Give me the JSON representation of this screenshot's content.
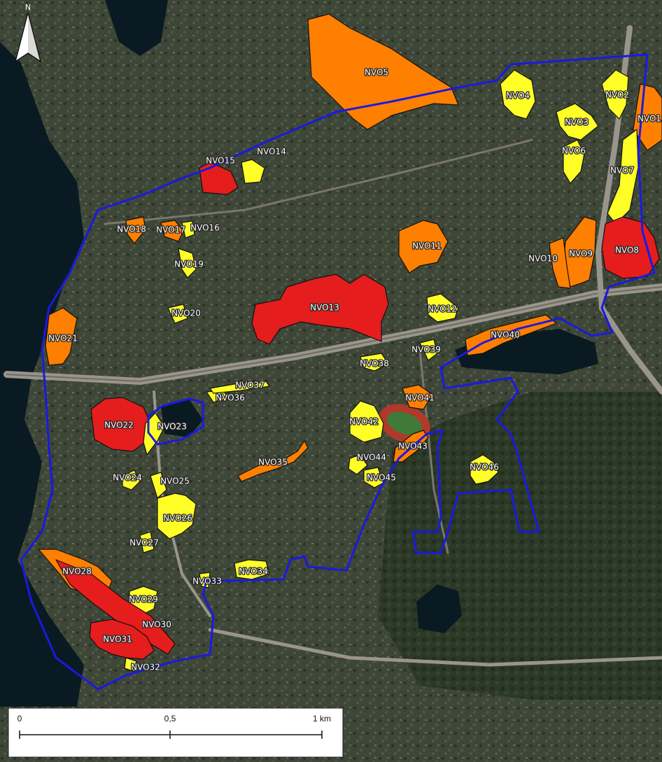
{
  "colors": {
    "high": "#e51d1d",
    "medium": "#ff7f00",
    "low": "#ffff27",
    "boundary": "#1a1adf",
    "water": "#0a1a22",
    "land": "#3d4636"
  },
  "north_arrow": {
    "letter": "N"
  },
  "scale_bar": {
    "labels": [
      "0",
      "0,5",
      "1 km"
    ]
  },
  "areas": [
    {
      "id": "NVO1",
      "cls": "medium"
    },
    {
      "id": "NVO2",
      "cls": "low"
    },
    {
      "id": "NVO3",
      "cls": "low"
    },
    {
      "id": "NVO4",
      "cls": "low"
    },
    {
      "id": "NVO5",
      "cls": "medium"
    },
    {
      "id": "NVO6",
      "cls": "low"
    },
    {
      "id": "NVO7",
      "cls": "low"
    },
    {
      "id": "NVO8",
      "cls": "high"
    },
    {
      "id": "NVO9",
      "cls": "medium"
    },
    {
      "id": "NVO10",
      "cls": "medium"
    },
    {
      "id": "NVO11",
      "cls": "medium"
    },
    {
      "id": "NVO12",
      "cls": "low"
    },
    {
      "id": "NVO13",
      "cls": "high"
    },
    {
      "id": "NVO14",
      "cls": "low"
    },
    {
      "id": "NVO15",
      "cls": "high"
    },
    {
      "id": "NVO16",
      "cls": "low"
    },
    {
      "id": "NVO17",
      "cls": "medium"
    },
    {
      "id": "NVO18",
      "cls": "medium"
    },
    {
      "id": "NVO19",
      "cls": "low"
    },
    {
      "id": "NVO20",
      "cls": "low"
    },
    {
      "id": "NVO21",
      "cls": "medium"
    },
    {
      "id": "NVO22",
      "cls": "high"
    },
    {
      "id": "NVO23",
      "cls": "low"
    },
    {
      "id": "NVO24",
      "cls": "low"
    },
    {
      "id": "NVO25",
      "cls": "low"
    },
    {
      "id": "NVO26",
      "cls": "low"
    },
    {
      "id": "NVO27",
      "cls": "low"
    },
    {
      "id": "NVO28",
      "cls": "medium"
    },
    {
      "id": "NVO29",
      "cls": "low"
    },
    {
      "id": "NVO30",
      "cls": "high"
    },
    {
      "id": "NVO31",
      "cls": "high"
    },
    {
      "id": "NVO32",
      "cls": "low"
    },
    {
      "id": "NVO33",
      "cls": "low"
    },
    {
      "id": "NVO34",
      "cls": "low"
    },
    {
      "id": "NVO35",
      "cls": "medium"
    },
    {
      "id": "NVO36",
      "cls": "low"
    },
    {
      "id": "NVO37",
      "cls": "low"
    },
    {
      "id": "NVO38",
      "cls": "low"
    },
    {
      "id": "NVO39",
      "cls": "low"
    },
    {
      "id": "NVO40",
      "cls": "medium"
    },
    {
      "id": "NVO41",
      "cls": "medium"
    },
    {
      "id": "NVO42",
      "cls": "low"
    },
    {
      "id": "NVO43",
      "cls": "medium"
    },
    {
      "id": "NVO44",
      "cls": "low"
    },
    {
      "id": "NVO45",
      "cls": "low"
    },
    {
      "id": "NVO46",
      "cls": "low"
    }
  ]
}
